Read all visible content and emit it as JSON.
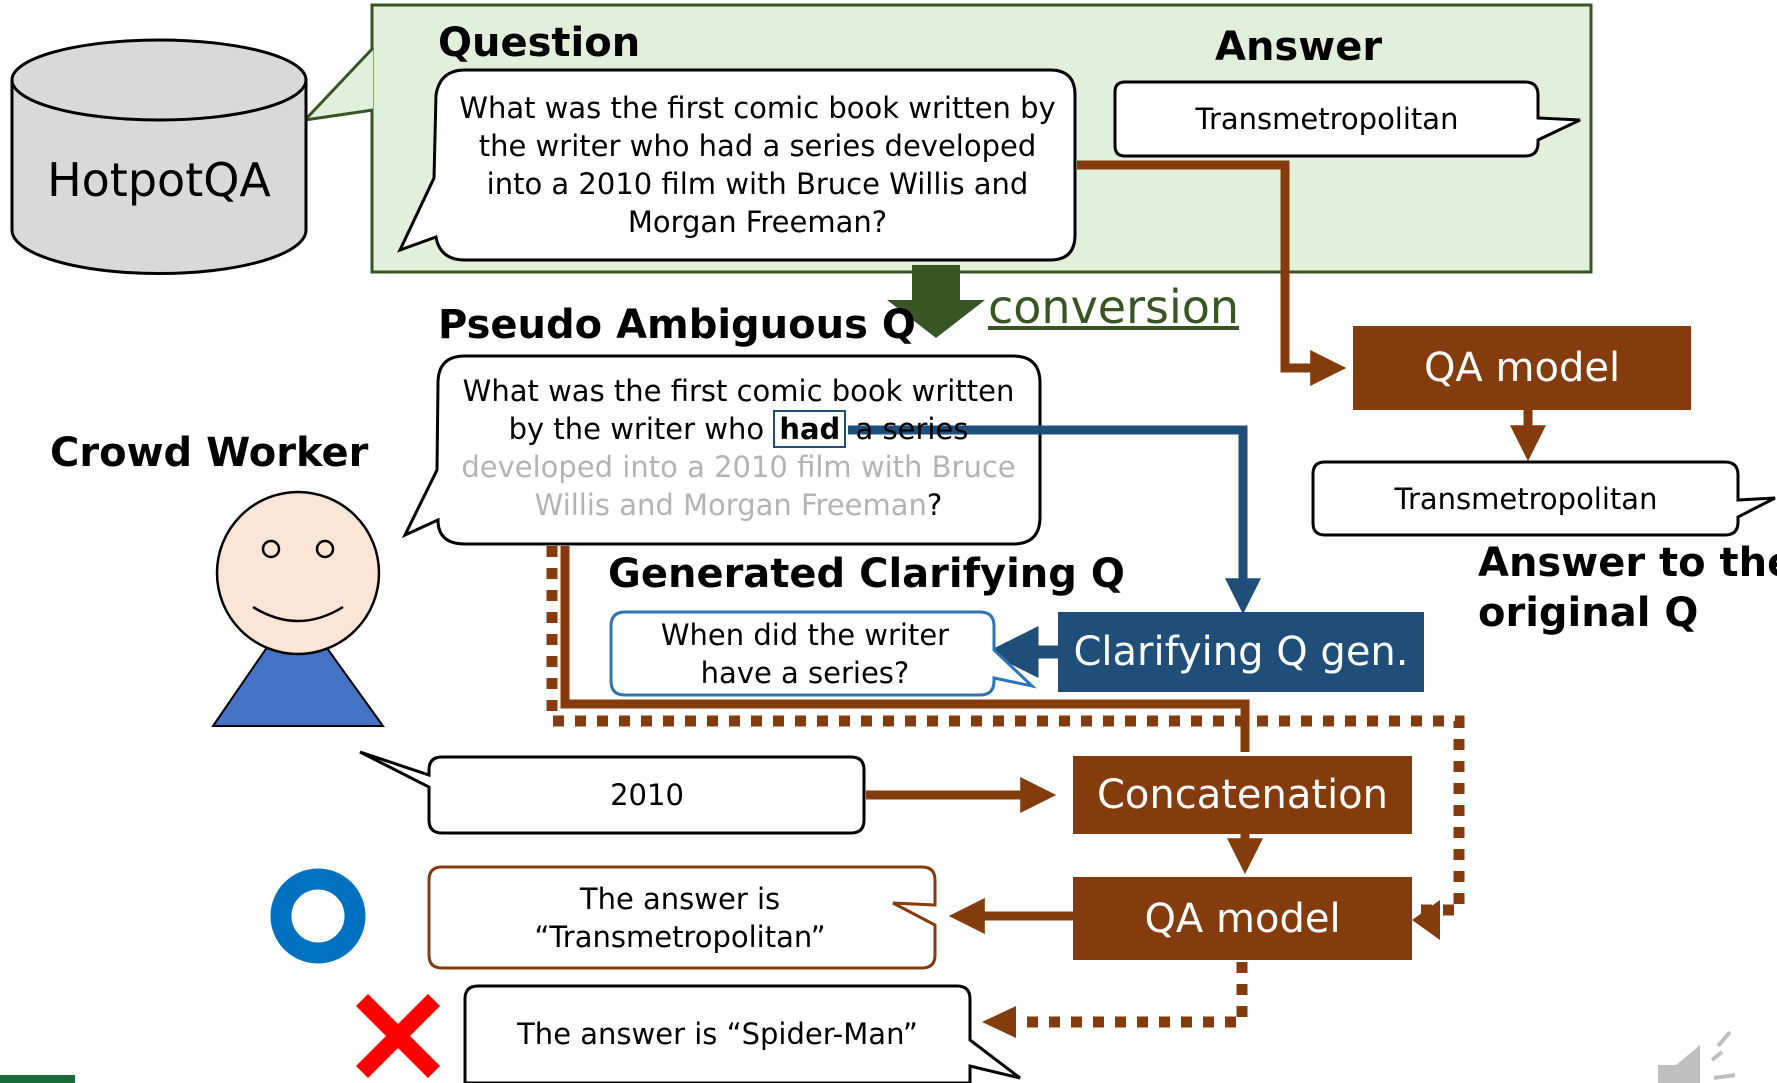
{
  "database_label": "HotpotQA",
  "headings": {
    "question": "Question",
    "answer": "Answer",
    "pseudo_ambiguous": "Pseudo Ambiguous Q",
    "crowd_worker": "Crowd Worker",
    "generated_clarifying": "Generated Clarifying Q",
    "answer_original_1": "Answer to the",
    "answer_original_2": "original Q"
  },
  "original_question": "What was the first comic book written by the writer who had a series developed into a 2010 film with Bruce Willis and Morgan Freeman?",
  "original_answer": "Transmetropolitan",
  "conversion_label": "conversion",
  "ambiguous_question": {
    "line1": "What was the first comic book written",
    "line2_pre": "by the writer who",
    "highlight": "had",
    "line2_post": "a series",
    "faded1": "developed into a 2010 film with Bruce",
    "faded2": "Willis and Morgan Freeman",
    "end": "?"
  },
  "qa_model_top": "QA model",
  "qa_answer_top": "Transmetropolitan",
  "clarifying_gen": "Clarifying Q gen.",
  "clarifying_question": "When did the writer have a series?",
  "worker_answer": "2010",
  "concatenation": "Concatenation",
  "qa_model_bottom": "QA model",
  "result_correct": "The answer is “Transmetropolitan”",
  "result_wrong": "The answer is “Spider-Man”",
  "colors": {
    "green_fill": "#e2efda",
    "green_border": "#375623",
    "green_arrow": "#375623",
    "brown": "#843c0c",
    "navy": "#1f4e79",
    "bubble_blue_border": "#2e75b6",
    "check_blue": "#0070c0",
    "cross_red": "#ff0000"
  }
}
